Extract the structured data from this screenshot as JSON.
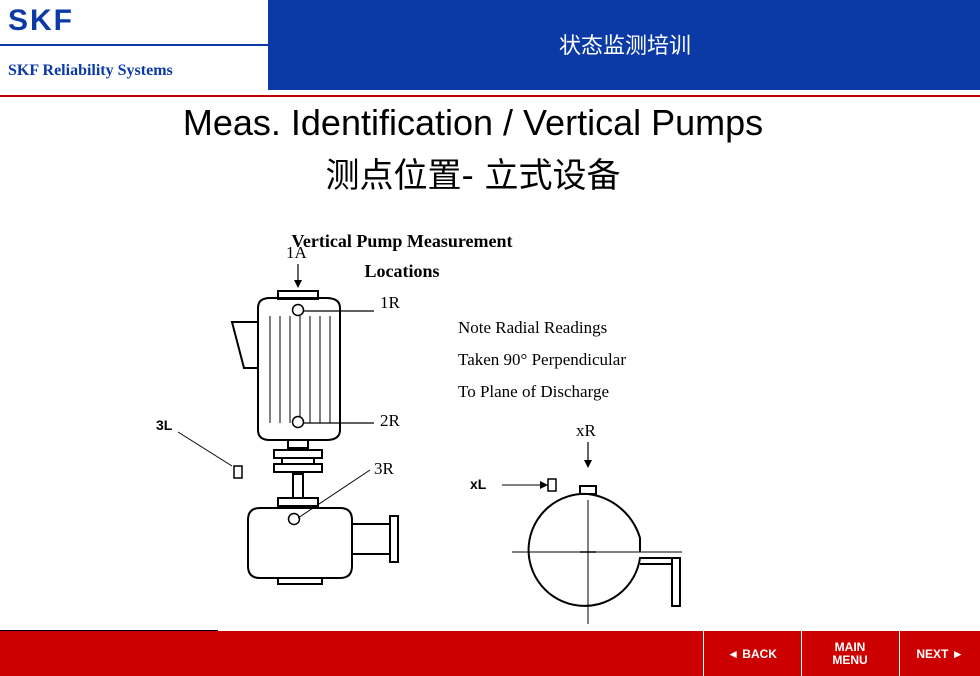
{
  "header": {
    "logo": "SKF",
    "logo_sub": "SKF Reliability Systems",
    "title": "状态监测培训"
  },
  "slide": {
    "title_en": "Meas. Identification / Vertical Pumps",
    "title_cn": "测点位置- 立式设备"
  },
  "figure": {
    "heading_line1": "Vertical Pump Measurement",
    "heading_line2": "Locations",
    "note_line1": "Note Radial Readings",
    "note_line2": "Taken 90° Perpendicular",
    "note_line3": "To Plane of Discharge",
    "labels": {
      "a1": "1A",
      "r1": "1R",
      "r2": "2R",
      "r3": "3R",
      "l3": "3L",
      "xr": "xR",
      "xl": "xL"
    }
  },
  "nav": {
    "back": "◄ BACK",
    "main_line1": "MAIN",
    "main_line2": "MENU",
    "next": "NEXT ►"
  }
}
